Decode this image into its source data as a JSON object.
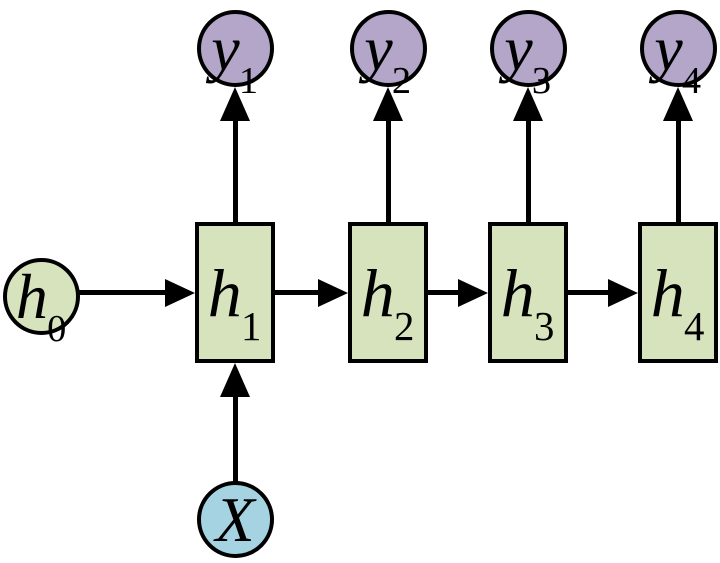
{
  "colors": {
    "hidden_fill": "#d6e3bc",
    "output_fill": "#b3a6c9",
    "input_fill": "#a5d3e2",
    "stroke": "#000000",
    "background": "#ffffff"
  },
  "nodes": {
    "initial_state": {
      "base": "h",
      "sub": "0"
    },
    "hidden_states": [
      {
        "base": "h",
        "sub": "1"
      },
      {
        "base": "h",
        "sub": "2"
      },
      {
        "base": "h",
        "sub": "3"
      },
      {
        "base": "h",
        "sub": "4"
      }
    ],
    "outputs": [
      {
        "base": "y",
        "sub": "1"
      },
      {
        "base": "y",
        "sub": "2"
      },
      {
        "base": "y",
        "sub": "3"
      },
      {
        "base": "y",
        "sub": "4"
      }
    ],
    "input": {
      "base": "X",
      "sub": ""
    }
  }
}
